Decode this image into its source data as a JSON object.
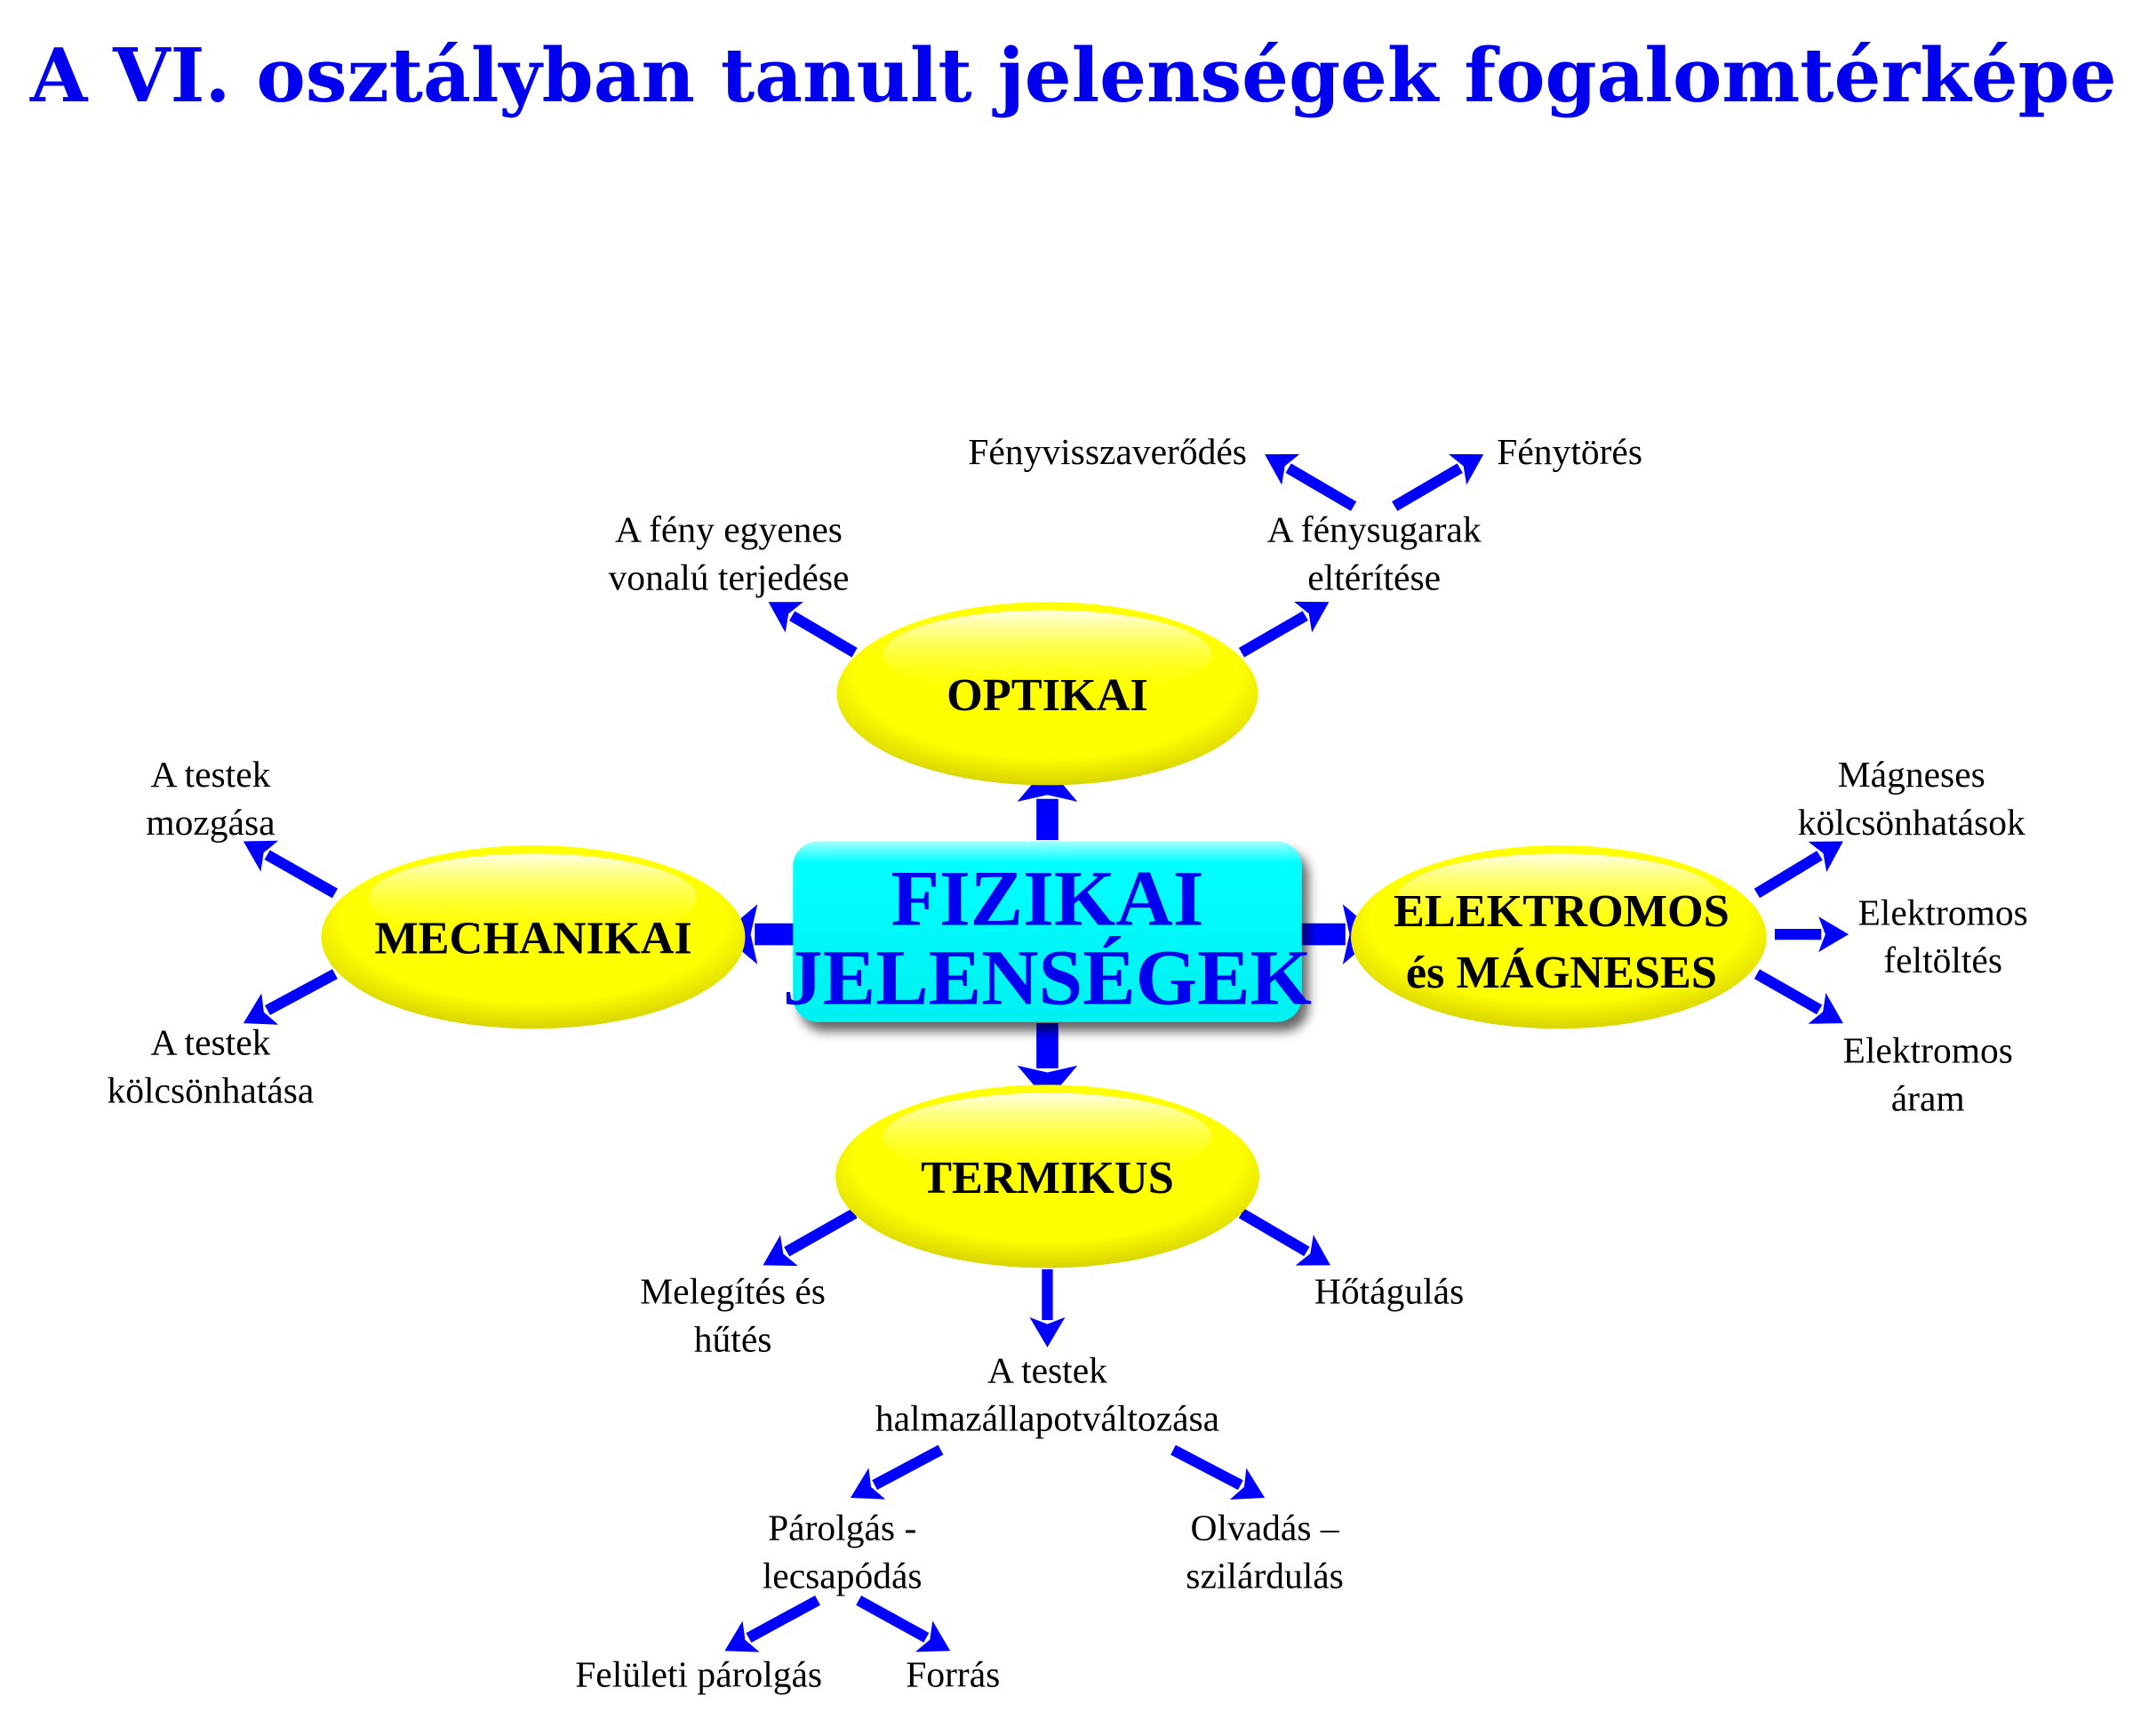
{
  "title": "A VI. osztályban tanult jelenségek fogalomtérképe",
  "center": {
    "line1": "FIZIKAI",
    "line2": "JELENSÉGEK"
  },
  "nodes": {
    "optikai": "OPTIKAI",
    "mechanikai": "MECHANIKAI",
    "elektromos_1": "ELEKTROMOS",
    "elektromos_2": "és MÁGNESES",
    "termikus": "TERMIKUS"
  },
  "labels": {
    "feny_egyenes_1": "A fény egyenes",
    "feny_egyenes_2": "vonalú terjedése",
    "fenysugarak_1": "A fénysugarak",
    "fenysugarak_2": "eltérítése",
    "fenyvisszaverodes": "Fényvisszaverődés",
    "fenytores": "Fénytörés",
    "testek_mozgasa_1": "A testek",
    "testek_mozgasa_2": "mozgása",
    "testek_kolcson_1": "A testek",
    "testek_kolcson_2": "kölcsönhatása",
    "magneses_1": "Mágneses",
    "magneses_2": "kölcsönhatások",
    "elektromos_feltoltes_1": "Elektromos",
    "elektromos_feltoltes_2": "feltöltés",
    "elektromos_aram_1": "Elektromos",
    "elektromos_aram_2": "áram",
    "melegites_1": "Melegítés és",
    "melegites_2": "hűtés",
    "hotagulas": "Hőtágulás",
    "halmaz_1": "A testek",
    "halmaz_2": "halmazállapotváltozása",
    "parolgas_1": "Párolgás -",
    "parolgas_2": "lecsapódás",
    "olvadas_1": "Olvadás –",
    "olvadas_2": "szilárdulás",
    "feluleti": "Felületi párolgás",
    "forras": "Forrás"
  },
  "colors": {
    "arrow": "#0000ff",
    "ellipse": "#ffff00",
    "center_box": "#00ffff",
    "title": "#0000ee"
  }
}
